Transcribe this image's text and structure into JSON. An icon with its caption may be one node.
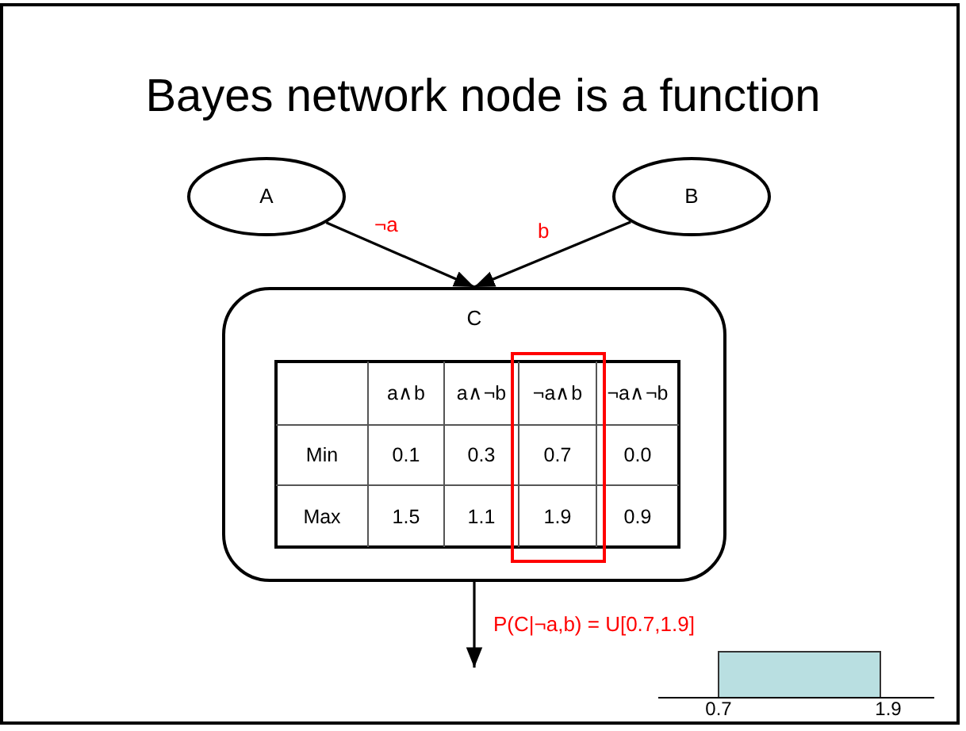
{
  "diagram": {
    "title": "Bayes network node is a function",
    "nodes": [
      {
        "text": [
          "A"
        ]
      },
      {
        "text": [
          "B"
        ]
      },
      {
        "text": [
          "C"
        ]
      }
    ],
    "edges": [
      {
        "from": 0,
        "to": 2,
        "arrow": "to",
        "label": "¬a"
      },
      {
        "from": 1,
        "to": 2,
        "arrow": "to",
        "label": "b"
      },
      {
        "from": 2,
        "to": null,
        "arrow": "to",
        "label": "P(C|¬a,b) = U[0.7,1.9]"
      }
    ],
    "labels": [
      "a∧b",
      "a∧¬b",
      "¬a∧b",
      "¬a∧¬b",
      "Min",
      "0.1",
      "0.3",
      "0.7",
      "0.0",
      "Max",
      "1.5",
      "1.1",
      "1.9",
      "0.9",
      "0.7",
      "1.9"
    ]
  }
}
